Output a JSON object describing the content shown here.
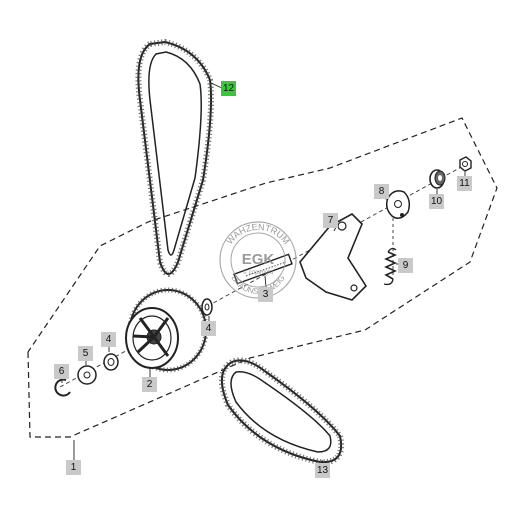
{
  "diagram": {
    "callouts": [
      {
        "id": "1",
        "label": "1"
      },
      {
        "id": "2",
        "label": "2"
      },
      {
        "id": "3",
        "label": "3"
      },
      {
        "id": "4a",
        "label": "4"
      },
      {
        "id": "4b",
        "label": "4"
      },
      {
        "id": "5",
        "label": "5"
      },
      {
        "id": "6",
        "label": "6"
      },
      {
        "id": "7",
        "label": "7"
      },
      {
        "id": "8",
        "label": "8"
      },
      {
        "id": "9",
        "label": "9"
      },
      {
        "id": "10",
        "label": "10"
      },
      {
        "id": "11",
        "label": "11"
      },
      {
        "id": "12",
        "label": "12"
      },
      {
        "id": "13",
        "label": "13"
      }
    ]
  },
  "watermark": {
    "top": "WAHZENTRUM",
    "center": "EGK",
    "copyright": "© copyright",
    "bottom": "BRAUNSCHWEIG"
  },
  "colors": {
    "highlight": "#39c639",
    "callout_bg": "#c9c9c9",
    "line": "#222222"
  }
}
